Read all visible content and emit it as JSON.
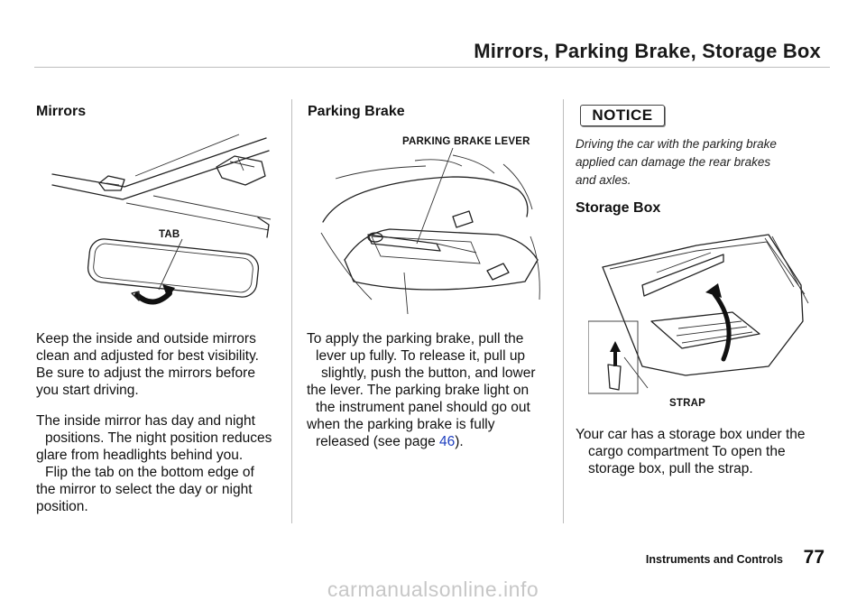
{
  "header": {
    "title": "Mirrors, Parking Brake, Storage Box"
  },
  "mirrors": {
    "heading": "Mirrors",
    "figure_label": "TAB",
    "paragraph1": [
      "Keep the inside and outside mirrors",
      "clean and adjusted for best visibility.",
      "Be sure to adjust the mirrors before",
      "you start driving."
    ],
    "paragraph2": [
      "The inside mirror has day and night",
      "positions. The night position reduces",
      "glare from headlights behind you.",
      "Flip the tab on the bottom edge of",
      "the mirror to select the day or night",
      "position."
    ]
  },
  "parking_brake": {
    "heading": "Parking Brake",
    "figure_label": "PARKING BRAKE LEVER",
    "paragraph": [
      "To apply the parking brake, pull the",
      "lever up fully. To release it, pull up",
      "slightly, push the button, and lower",
      "the lever. The parking brake light on",
      "the instrument panel should go out",
      "when the parking brake is fully"
    ],
    "last_line_prefix": "released  (see page ",
    "page_link": "46",
    "last_line_suffix": ")."
  },
  "notice": {
    "label": "NOTICE",
    "text": [
      "Driving  the  car  with  the  parking brake",
      "applied can  damage the  rear brakes",
      "and axles."
    ]
  },
  "storage_box": {
    "heading": "Storage Box",
    "figure_label": "STRAP",
    "paragraph": [
      "Your car has a storage box under the",
      "cargo compartment  To open the",
      "storage box, pull the strap."
    ]
  },
  "footer": {
    "section": "Instruments and Controls",
    "page_number": "77"
  },
  "watermark": "carmanualsonline.info"
}
